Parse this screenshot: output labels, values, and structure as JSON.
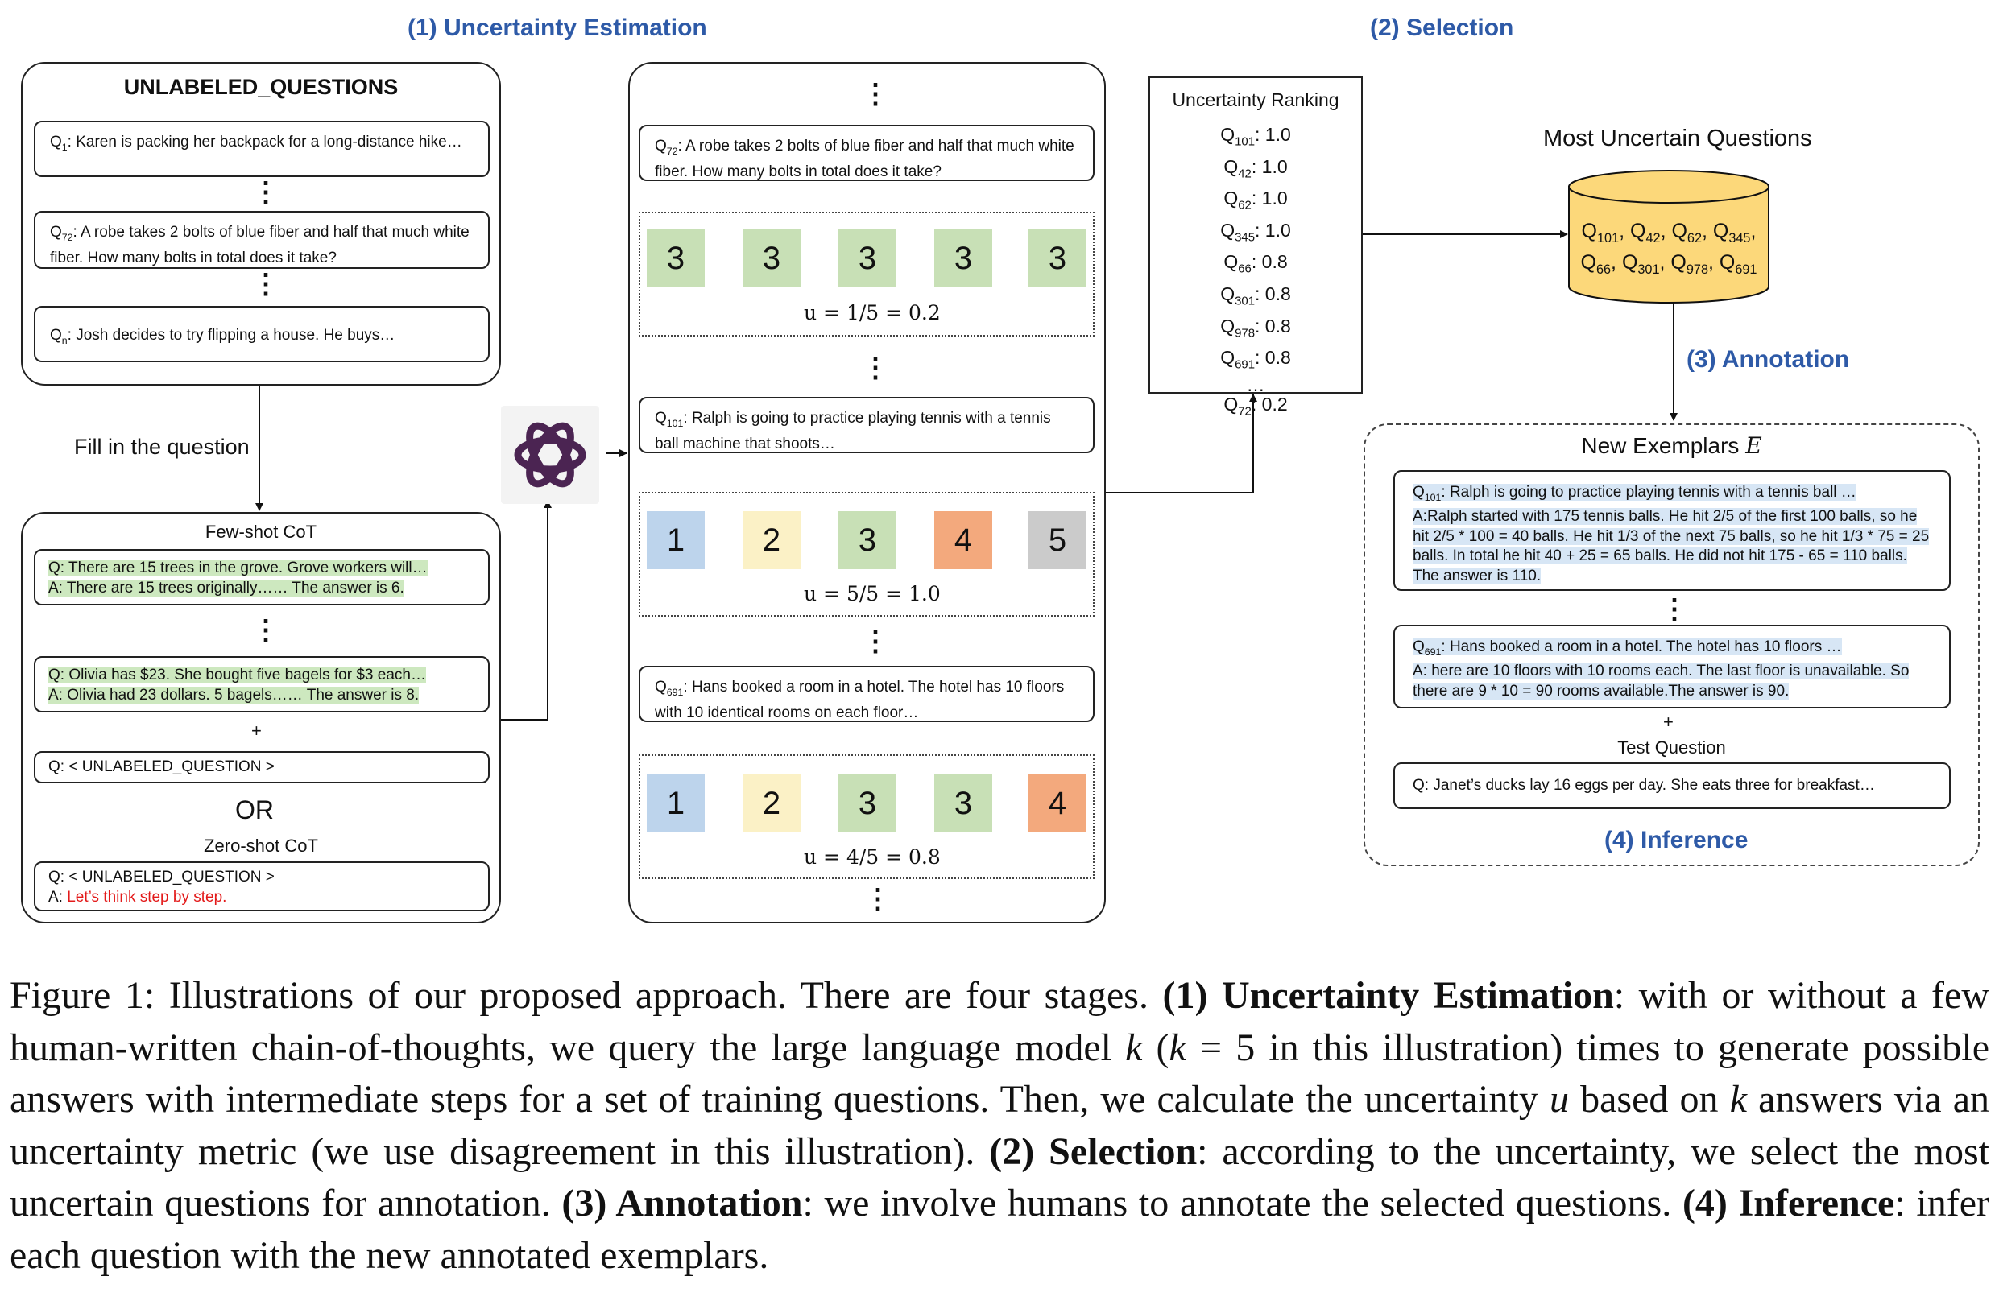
{
  "stages": {
    "s1": "(1) Uncertainty Estimation",
    "s2": "(2) Selection",
    "s3": "(3) Annotation",
    "s4": "(4) Inference"
  },
  "unlabeled": {
    "title": "UNLABELED_QUESTIONS",
    "q1_sub": "1",
    "q1_text": ": Karen is packing her backpack for a long-distance hike…",
    "q72_sub": "72",
    "q72_text": ": A robe takes 2 bolts of blue fiber and half that much white fiber. How many bolts in total does it take?",
    "qn_sub": "n",
    "qn_text": ": Josh decides to try flipping a house.  He buys…"
  },
  "fill_label": "Fill in the question",
  "prompt_panel": {
    "fewshot_title": "Few-shot CoT",
    "ex1_q": "Q: There are 15 trees in the grove. Grove workers will…",
    "ex1_a": "A: There are 15 trees originally…… The answer is 6.",
    "ex2_q": "Q: Olivia has $23. She bought five bagels for $3 each…",
    "ex2_a": "A: Olivia had 23 dollars. 5 bagels…… The answer is 8.",
    "plus": "+",
    "unlabeled_q": "Q: < UNLABELED_QUESTION >",
    "or": "OR",
    "zeroshot_title": "Zero-shot CoT",
    "zs_q": "Q: < UNLABELED_QUESTION >",
    "zs_a_prefix": "A: ",
    "zs_a_red": "Let’s think step by step."
  },
  "estimation": {
    "q72_sub": "72",
    "q72_text": ": A robe takes 2 bolts of blue fiber and half that much white fiber. How many bolts in total does it take?",
    "row1": [
      "3",
      "3",
      "3",
      "3",
      "3"
    ],
    "u1": "u = 1/5 = 0.2",
    "q101_sub": "101",
    "q101_text": ": Ralph is going to practice playing tennis with a tennis ball machine that shoots…",
    "row2": [
      "1",
      "2",
      "3",
      "4",
      "5"
    ],
    "u2": "u = 5/5 = 1.0",
    "q691_sub": "691",
    "q691_text": ": Hans booked a room in a hotel. The hotel has 10 floors with 10 identical rooms on each floor…",
    "row3": [
      "1",
      "2",
      "3",
      "3",
      "4"
    ],
    "u3": "u = 4/5 = 0.8"
  },
  "tile_colors": {
    "green": "#c8e0b6",
    "blue": "#bdd4ec",
    "yellow": "#fbf1c6",
    "orange": "#f3a97d",
    "gray": "#cbcbcb"
  },
  "ranking": {
    "title": "Uncertainty Ranking",
    "items": [
      {
        "sub": "101",
        "val": ": 1.0"
      },
      {
        "sub": "42",
        "val": ": 1.0"
      },
      {
        "sub": "62",
        "val": ": 1.0"
      },
      {
        "sub": "345",
        "val": ": 1.0"
      },
      {
        "sub": "66",
        "val": ": 0.8"
      },
      {
        "sub": "301",
        "val": ": 0.8"
      },
      {
        "sub": "978",
        "val": ": 0.8"
      },
      {
        "sub": "691",
        "val": ": 0.8"
      }
    ],
    "ellipsis": "…",
    "last_sub": "72",
    "last_val": ": 0.2"
  },
  "db": {
    "title": "Most Uncertain Questions",
    "line1": [
      {
        "sub": "101",
        "sep": ", "
      },
      {
        "sub": "42",
        "sep": ", "
      },
      {
        "sub": "62",
        "sep": ", "
      },
      {
        "sub": "345",
        "sep": ","
      }
    ],
    "line2": [
      {
        "sub": "66",
        "sep": ", "
      },
      {
        "sub": "301",
        "sep": ", "
      },
      {
        "sub": "978",
        "sep": ", "
      },
      {
        "sub": "691",
        "sep": ""
      }
    ],
    "fill": "#fcd87a"
  },
  "exemplars": {
    "title": "New Exemplars ",
    "title_var": "E",
    "e1_sub": "101",
    "e1_text": ": Ralph is going to practice playing tennis with a tennis ball …",
    "e1_answer": "A:Ralph started with 175 tennis balls. He hit 2/5 of the first 100 balls, so he hit 2/5 * 100 = 40 balls. He hit 1/3 of the next 75 balls, so he hit 1/3 * 75 = 25 balls. In total he hit 40 + 25 = 65 balls. He did not hit 175 - 65 = 110 balls. The answer is 110.",
    "e2_sub": "691",
    "e2_text": ": Hans booked a room in a hotel. The hotel has 10 floors …",
    "e2_answer": "A: here are 10 floors with 10 rooms each. The last floor is unavailable. So there are 9 * 10 = 90 rooms available.The answer is 90.",
    "plus": "+",
    "test_title": "Test Question",
    "test_q": "Q: Janet’s ducks lay 16 eggs per day. She eats three for breakfast…"
  },
  "caption": {
    "p1": "Figure 1: Illustrations of our proposed approach. There are four stages. ",
    "b1": "(1) Uncertainty Estimation",
    "p2": ": with or without a few human-written chain-of-thoughts, we query the large language model ",
    "k1": "k",
    "p3": " (",
    "k2": "k",
    "p4": " = 5 in this illustration) times to generate possible answers with intermediate steps for a set of training questions. Then, we calculate the uncertainty ",
    "u": "u",
    "p5": " based on ",
    "k3": "k",
    "p6": " answers via an uncertainty metric (we use disagreement in this illustration). ",
    "b2": "(2) Selection",
    "p7": ": according to the uncertainty, we select the most uncertain questions for annotation. ",
    "b3": "(3) Annotation",
    "p8": ": we involve humans to annotate the selected questions. ",
    "b4": "(4) Inference",
    "p9": ": infer each question with the new annotated exemplars."
  }
}
